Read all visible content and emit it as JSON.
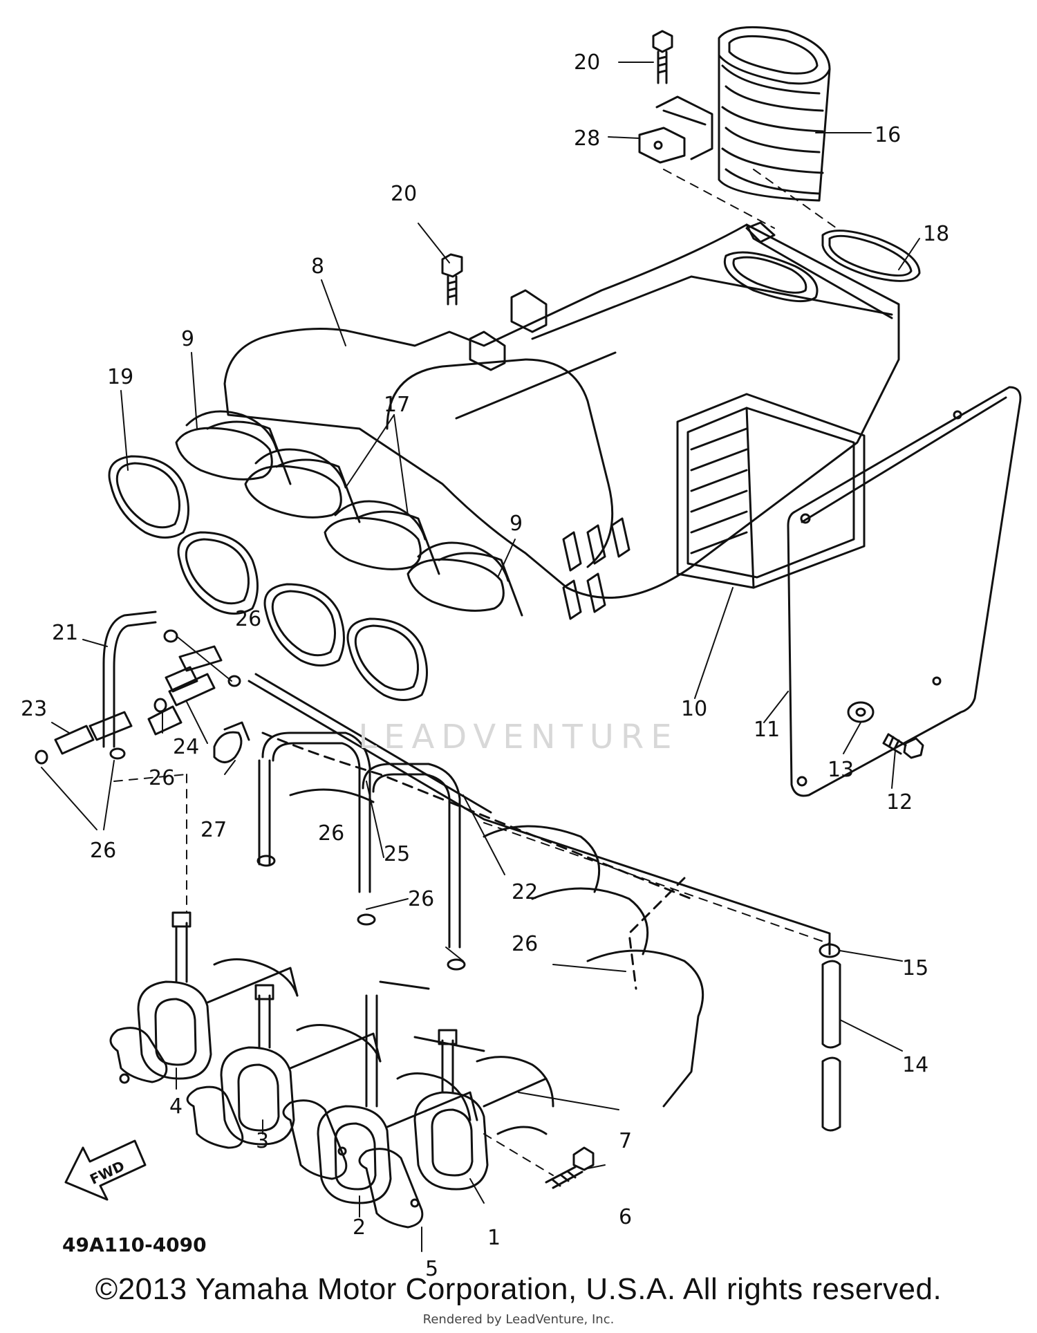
{
  "diagram": {
    "part_code": "49A110-4090",
    "fwd_label": "FWD",
    "copyright": "©2013 Yamaha Motor Corporation, U.S.A. All rights reserved.",
    "watermark": "LEADVENTURE",
    "rendered_by": "Rendered by LeadVenture, Inc.",
    "callouts": {
      "c1": "1",
      "c2": "2",
      "c3": "3",
      "c4": "4",
      "c5": "5",
      "c6": "6",
      "c7": "7",
      "c8": "8",
      "c9a": "9",
      "c9b": "9",
      "c10": "10",
      "c11": "11",
      "c12": "12",
      "c13": "13",
      "c14": "14",
      "c15": "15",
      "c16": "16",
      "c17": "17",
      "c18": "18",
      "c19": "19",
      "c20a": "20",
      "c20b": "20",
      "c21": "21",
      "c22": "22",
      "c23": "23",
      "c24": "24",
      "c25": "25",
      "c26a": "26",
      "c26b": "26",
      "c26c": "26",
      "c26d": "26",
      "c26e": "26",
      "c26f": "26",
      "c27": "27",
      "c28": "28"
    }
  }
}
